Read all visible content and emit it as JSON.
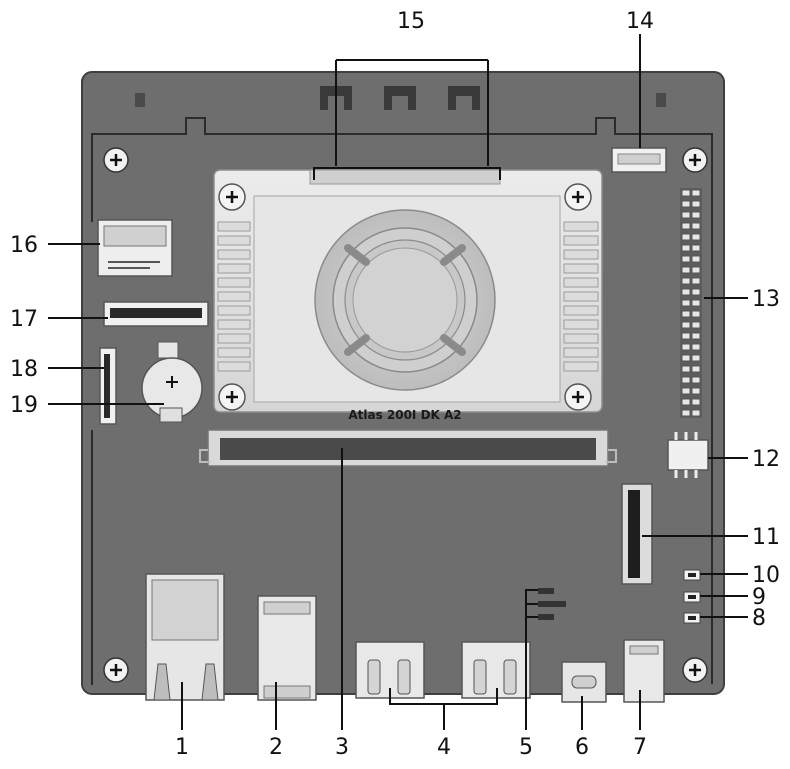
{
  "board": {
    "model_label": "Atlas 200I DK A2"
  },
  "callouts": [
    {
      "id": "1"
    },
    {
      "id": "2"
    },
    {
      "id": "3"
    },
    {
      "id": "4"
    },
    {
      "id": "5"
    },
    {
      "id": "6"
    },
    {
      "id": "7"
    },
    {
      "id": "8"
    },
    {
      "id": "9"
    },
    {
      "id": "10"
    },
    {
      "id": "11"
    },
    {
      "id": "12"
    },
    {
      "id": "13"
    },
    {
      "id": "14"
    },
    {
      "id": "15"
    },
    {
      "id": "16"
    },
    {
      "id": "17"
    },
    {
      "id": "18"
    },
    {
      "id": "19"
    }
  ],
  "colors": {
    "board": "#6e6e6e",
    "board_dark": "#5a5a5a",
    "metal": "#e4e4e4",
    "metal_edge": "#9a9a9a",
    "leader": "#111111"
  }
}
